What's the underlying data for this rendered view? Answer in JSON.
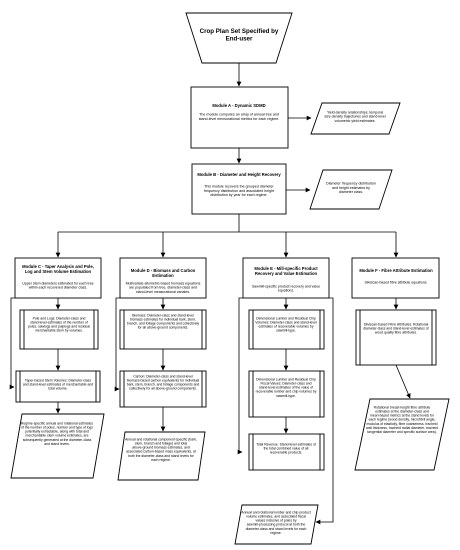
{
  "start": {
    "title": "Crop Plan Set Specified by End-user"
  },
  "moduleA": {
    "title": "Module A - Dynamic SDMD",
    "body": "The module computes an array of annual tree and stand-level mensurational metrics for each regime.",
    "output": "Yield-density relationships, temporal size-density trajectories and stand-level volumetric yield estimates."
  },
  "moduleB": {
    "title": "Module B - Diameter and Height Recovery",
    "body": "This module recovers the grouped diameter frequency distribution and associated height distribution by year for each regime.",
    "output": "Diameter frequency distribution and height estimates by diameter class."
  },
  "moduleC": {
    "title": "Module C - Taper Analysis and Pole, Log and Stem Volume Estimation",
    "body": "Upper stem diameters estimated for each tree within each recovered diameter class.",
    "step1": "Pole and Logs: Diameter-class and stand-level estimates of the number of poles, sawlogs and pulplogs and residual merchantable stem by volumes.",
    "step2": "Taper-based Stem Volumes: Diameter-class and stand-level estimates of merchantable and total volume.",
    "output": "Regime-specific annual and rotational estimates of the number of poles, number and type of logs potentially extractable, along with total and merchantable stem volume estimates, are subsequently generated at the diameter-class and stand levels."
  },
  "moduleD": {
    "title": "Module D - Biomass and Carbon Estimation",
    "body": "Multivariate allometric-based biomass equations are populated from tree, diameter-class and stand-level measurational variates.",
    "step1": "Biomass: Diameter-class and stand-level biomass estimates for individual bark, stem, branch, and foliage components and collectively for all above-ground components.",
    "step2": "Carbon: Diameter-class and stand-level biomass-based carbon equivalents for individual bark, stem, branch, and foliage components and collectively for all above-ground components.",
    "output": "Annual and rotational component-specific (bark, stem, branch and foliage) and total above-ground biomass estimates, and associated carbon-based mass equivalents, at both the diameter-class and stand levels for each regime."
  },
  "moduleE": {
    "title": "Module E - Mill-specific Product Recovery and Value Estimation",
    "body": "Sawmill-specific product recovery and value equations.",
    "step1": "Dimensional Lumber and Residual Chip Volumes: Diameter-class and stand-level estimates of recoverable volumes by sawmill-type.",
    "step2": "Dimensional Lumber and Residual Chip Fiscal Values: Diameter-class and stand-level estimates of the value of recoverable lumber and chip volumes by sawmill-type.",
    "step3": "Total Revenue: Stand-level estimates of the total combined value of all recoverable products.",
    "output": "Annual and rotational lumber and chip product volume estimates, and associated fiscal values inclusive of poles by sawmill-processing protocol at both the diameter-class and stand levels for each regime."
  },
  "moduleF": {
    "title": "Module F - Fibre Attribute Estimation",
    "body": "Silviscan-based fibre attribute equations.",
    "step1": "Silviscan-based Fibre Attributes: Rotational diameter-class and stand-level estimates of wood quality fibre attributes.",
    "output": "Rotational breast-height fibre attribute estimates at the diameter-class and mean-based metrics at the stand levels for each regime (wood density, microfibril angle, modulus of elasticity, fibre coarseness, tracheid wall thickness, tracheid radial diameter, tracheid tangential diameter and specific surface area)."
  }
}
